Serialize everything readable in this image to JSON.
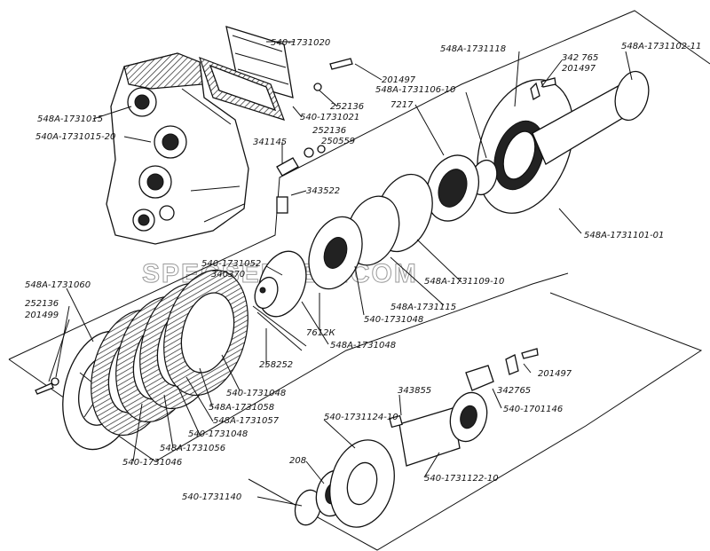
{
  "watermark": "SPECSERVER.COM",
  "labels": {
    "l540_1731020": "540-1731020",
    "l201497_a": "201497",
    "l252136_a": "252136",
    "l540_1731021": "540-1731021",
    "l548A_1731015": "548А-1731015",
    "l540A_1731015_20": "540А-1731015-20",
    "l341145": "341145",
    "l252136_b": "252136",
    "l250559": "250559",
    "l343522": "343522",
    "l548A_1731118": "548А-1731118",
    "l342765_a": "342 765",
    "l201497_b": "201497",
    "l548A_1731102_11": "548А-1731102-11",
    "l548A_1731106_10": "548А-1731106-10",
    "l7217": "7217",
    "l548A_1731101_01": "548А-1731101-01",
    "l540_1731052": "540-1731052",
    "l340370": "340370",
    "l548A_1731060": "548А-1731060",
    "l252136_c": "252136",
    "l201499": "201499",
    "l548A_1731109_10": "548А-1731109-10",
    "l548A_1731115": "548А-1731115",
    "l540_1731048_a": "540-1731048",
    "l7612K": "7612К",
    "l548A_1731048": "548А-1731048",
    "l258252": "258252",
    "l540_1731048_b": "540-1731048",
    "l548A_1731058": "548А-1731058",
    "l548A_1731057": "548А-1731057",
    "l540_1731048_c": "540-1731048",
    "l548A_1731056": "548А-1731056",
    "l540_1731046": "540-1731046",
    "l343855": "343855",
    "l201497_c": "201497",
    "l342765_b": "342765",
    "l540_1701146": "540-1701146",
    "l540_1731124_10": "540-1731124-10",
    "l208": "208",
    "l540_1731122_10": "540-1731122-10",
    "l540_1731140": "540-1731140"
  }
}
